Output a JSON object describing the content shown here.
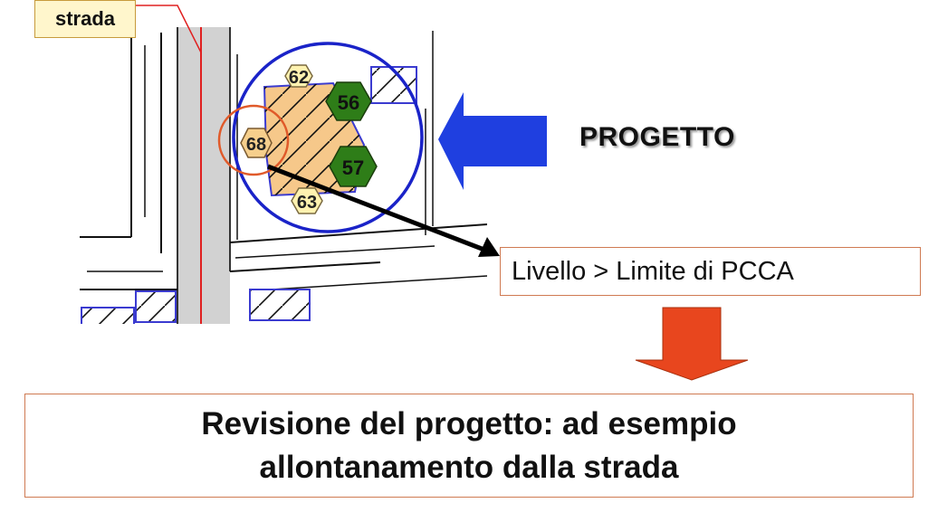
{
  "labels": {
    "road": "strada",
    "project": "PROGETTO",
    "condition": "Livello > Limite di PCCA",
    "revision_line1": "Revisione del progetto: ad esempio",
    "revision_line2": "allontanamento dalla strada"
  },
  "receivers": [
    {
      "value": "62",
      "color": "#fff2b0"
    },
    {
      "value": "56",
      "color": "#2e7d18"
    },
    {
      "value": "68",
      "color": "#f6cf8c"
    },
    {
      "value": "57",
      "color": "#2e7d18"
    },
    {
      "value": "63",
      "color": "#fff2b0"
    }
  ],
  "colors": {
    "road": "#d2d2d2",
    "road_axis": "#e02020",
    "building_fill": "#f6c88a",
    "focus_circle": "#1a23c8",
    "highlight_circle": "#e05a2a",
    "arrow_project": "#1f3fe0",
    "arrow_down": "#e8461e"
  },
  "icons": {
    "project_arrow": "arrow-left-icon",
    "result_arrow": "arrow-down-icon"
  }
}
